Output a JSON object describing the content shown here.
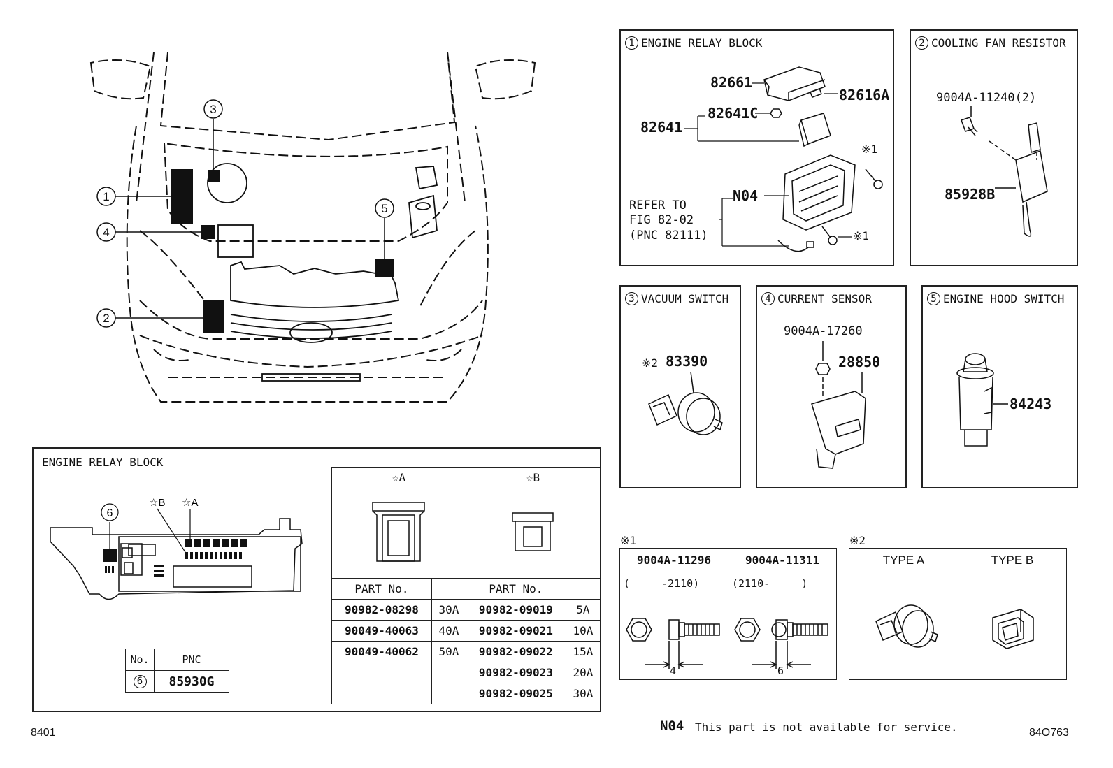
{
  "callouts": {
    "c1": "1",
    "c2": "2",
    "c3": "3",
    "c4": "4",
    "c5": "5",
    "c6": "6"
  },
  "panel1": {
    "title": "ENGINE RELAY BLOCK",
    "parts": [
      "82661",
      "82616A",
      "82641",
      "82641C",
      "N04",
      "※1",
      "※1"
    ],
    "refer": [
      "REFER TO",
      "FIG 82-02",
      "(PNC 82111)"
    ]
  },
  "panel2": {
    "title": "COOLING FAN RESISTOR",
    "parts": [
      "9004A-11240(2)",
      "85928B"
    ]
  },
  "panel3": {
    "title": "VACUUM SWITCH",
    "note": "※2",
    "part": "83390"
  },
  "panel4": {
    "title": "CURRENT SENSOR",
    "parts": [
      "9004A-17260",
      "28850"
    ]
  },
  "panel5": {
    "title": "ENGINE HOOD SWITCH",
    "part": "84243"
  },
  "relay_block": {
    "title": "ENGINE RELAY BLOCK",
    "star_b": "☆B",
    "star_a": "☆A",
    "pnc_table": {
      "headers": [
        "No.",
        "PNC"
      ],
      "row": [
        "6",
        "85930G"
      ]
    }
  },
  "fuse_table": {
    "header_a": "☆A",
    "header_b": "☆B",
    "part_label": "PART No.",
    "rows": [
      [
        "90982-08298",
        "30A",
        "90982-09019",
        "5A"
      ],
      [
        "90049-40063",
        "40A",
        "90982-09021",
        "10A"
      ],
      [
        "90049-40062",
        "50A",
        "90982-09022",
        "15A"
      ],
      [
        "",
        "",
        "90982-09023",
        "20A"
      ],
      [
        "",
        "",
        "90982-09025",
        "30A"
      ]
    ]
  },
  "bolt_section": {
    "mark": "※1",
    "cols": [
      "9004A-11296",
      "9004A-11311"
    ],
    "ranges": [
      "(　　　-2110)",
      "(2110-　　　)"
    ],
    "dims": [
      "4",
      "6"
    ]
  },
  "type_section": {
    "mark": "※2",
    "cols": [
      "TYPE A",
      "TYPE B"
    ]
  },
  "footer": {
    "left": "8401",
    "code": "N04",
    "note": "This part is not available for service.",
    "right": "84O763"
  }
}
